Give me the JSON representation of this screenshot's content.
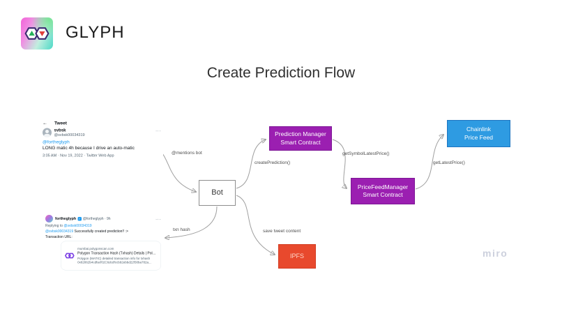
{
  "brand": {
    "name": "GLYPH"
  },
  "title": "Create Prediction Flow",
  "watermark": "miro",
  "colors": {
    "node_purple": "#9b1fb1",
    "node_blue": "#2e9be2",
    "node_orange": "#e8492d",
    "twitter_blue": "#1d9bf0",
    "polygon_purple": "#7b3fe4",
    "logo_green": "#26b35a",
    "logo_red": "#e0403a"
  },
  "nodes": {
    "bot": {
      "label": "Bot"
    },
    "prediction_manager": {
      "line1": "Prediction Manager",
      "line2": "Smart Contract"
    },
    "price_feed_manager": {
      "line1": "PriceFeedManager",
      "line2": "Smart Contract"
    },
    "chainlink": {
      "line1": "Chainlink",
      "line2": "Price Feed"
    },
    "ipfs": {
      "label": "IPFS"
    }
  },
  "edges": {
    "mentions_bot": "@mentions bot",
    "create_prediction": "createPrediction()",
    "get_symbol_latest_price": "getSymbolLatestPrice()",
    "get_latest_price": "getLatestPrice()",
    "txn_hash": "txn hash",
    "save_tweet_content": "save tweet content"
  },
  "tweet_request": {
    "back_arrow": "←",
    "header": "Tweet",
    "name": "svbsk",
    "handle": "@svbsk00034319",
    "more": "···",
    "mention": "@fortheglyph",
    "body": "LONG matic 4h because I drive an auto-matic",
    "meta": "3:05 AM · Nov 19, 2022 · Twitter Web App"
  },
  "tweet_reply": {
    "name": "fortheglyph",
    "badge_check": "✓",
    "handle_meta": "@fortheglyph · 9h",
    "more": "···",
    "replying_prefix": "Replying to",
    "replying_handle": "@svbsk00034319",
    "body_mention": "@svbsk00034319",
    "body_text": " Successfully created prediction!! :>",
    "tx_label": "Transaction URL:",
    "link_card": {
      "domain": "mumbai.polygonscan.com",
      "title": "Polygon Transaction Hash (Txhash) Details | Polyg...",
      "desc": "Polygon (MATIC) detailed transaction info for txhash 0x82862b4cdfacf02C6dcdfccb92ebbd22f30ba782a..."
    }
  }
}
